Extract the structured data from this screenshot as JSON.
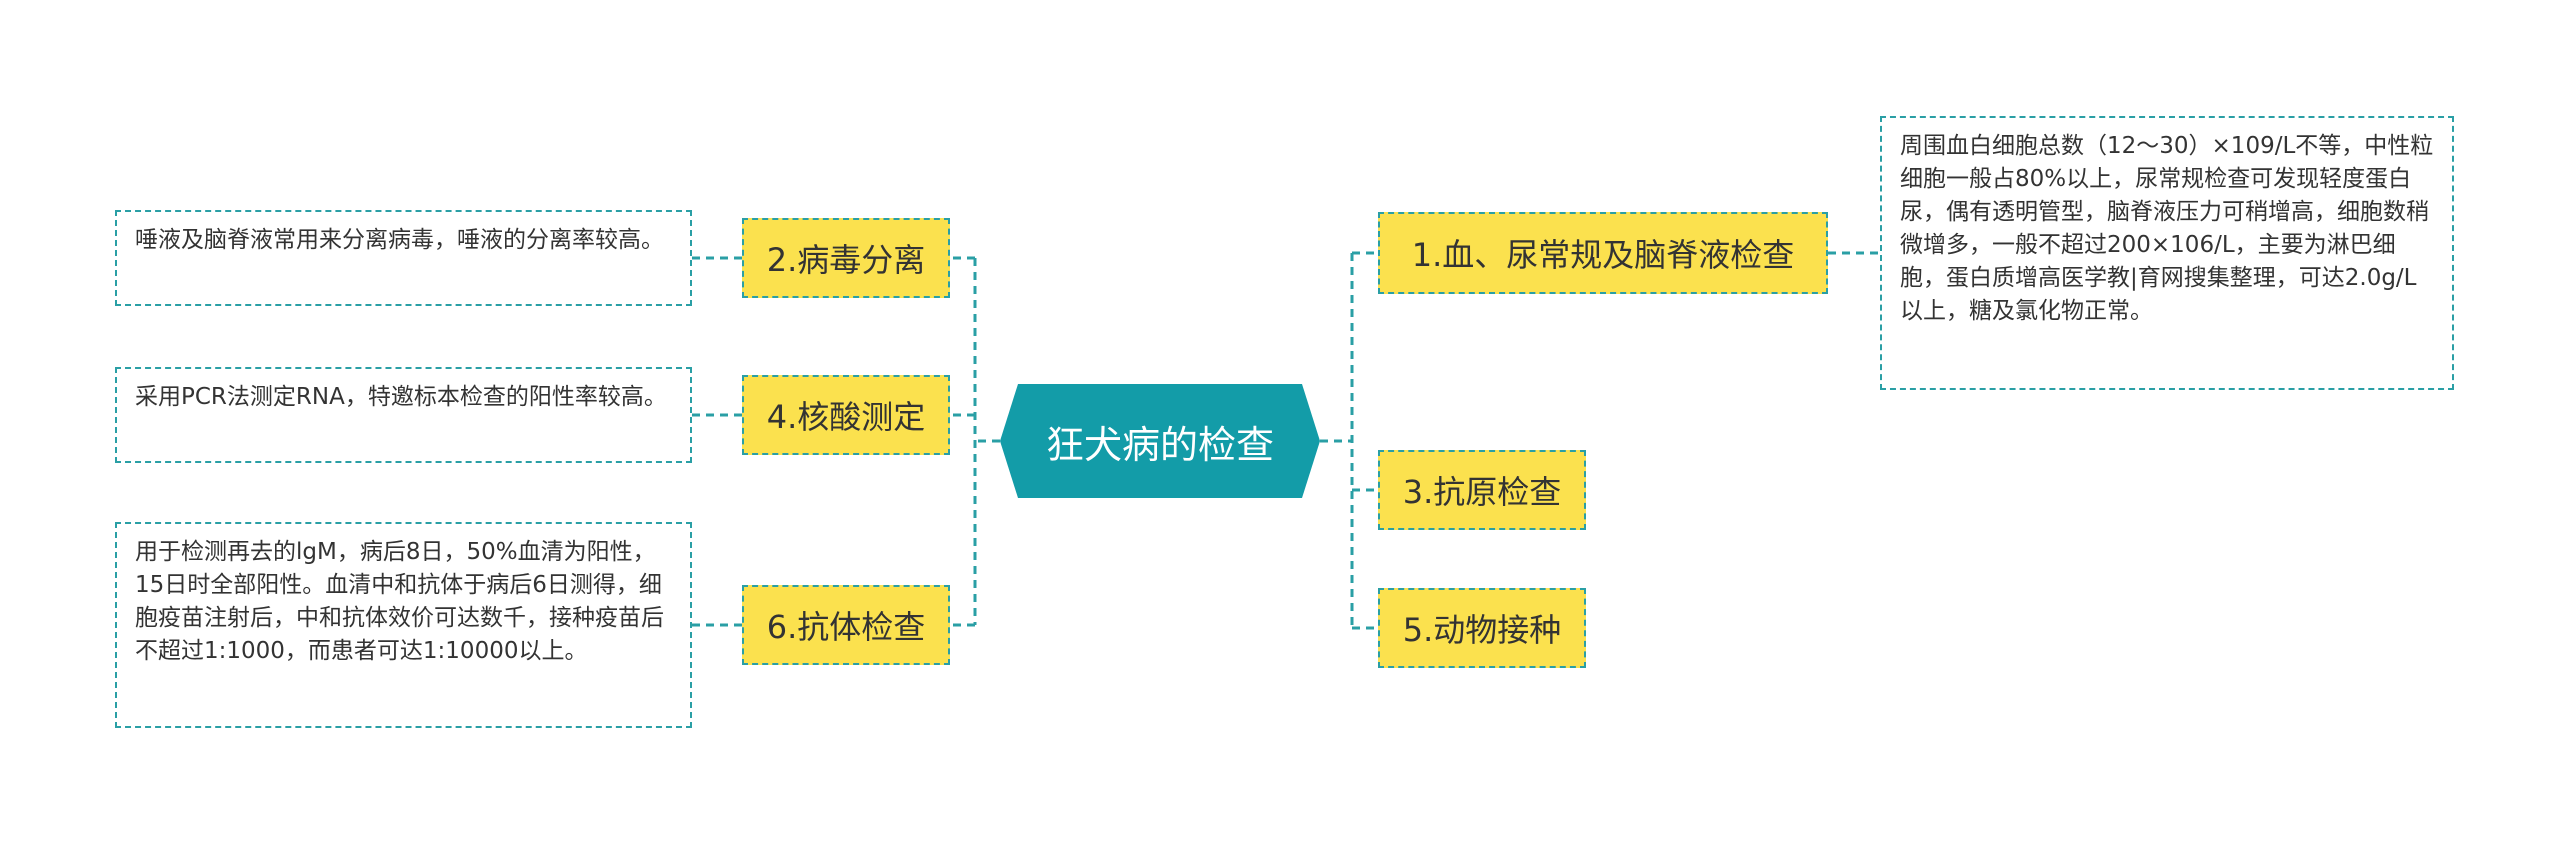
{
  "colors": {
    "root_fill": "#139ca8",
    "root_text": "#ffffff",
    "branch_fill": "#fbe14e",
    "connector": "#2a9fa5",
    "text": "#333333"
  },
  "root": {
    "label": "狂犬病的检查"
  },
  "branches": {
    "b1": {
      "label": "1.血、尿常规及脑脊液检查",
      "detail": "周围血白细胞总数（12～30）×109/L不等，中性粒细胞一般占80%以上，尿常规检查可发现轻度蛋白尿，偶有透明管型，脑脊液压力可稍增高，细胞数稍微增多，一般不超过200×106/L，主要为淋巴细胞，蛋白质增高医学教|育网搜集整理，可达2.0g/L以上，糖及氯化物正常。"
    },
    "b2": {
      "label": "2.病毒分离",
      "detail": "唾液及脑脊液常用来分离病毒，唾液的分离率较高。"
    },
    "b3": {
      "label": "3.抗原检查"
    },
    "b4": {
      "label": "4.核酸测定",
      "detail": "采用PCR法测定RNA，特邀标本检查的阳性率较高。"
    },
    "b5": {
      "label": "5.动物接种"
    },
    "b6": {
      "label": "6.抗体检查",
      "detail": "用于检测再去的lgM，病后8日，50%血清为阳性，15日时全部阳性。血清中和抗体于病后6日测得，细胞疫苗注射后，中和抗体效价可达数千，接种疫苗后不超过1:1000，而患者可达1:10000以上。"
    }
  }
}
